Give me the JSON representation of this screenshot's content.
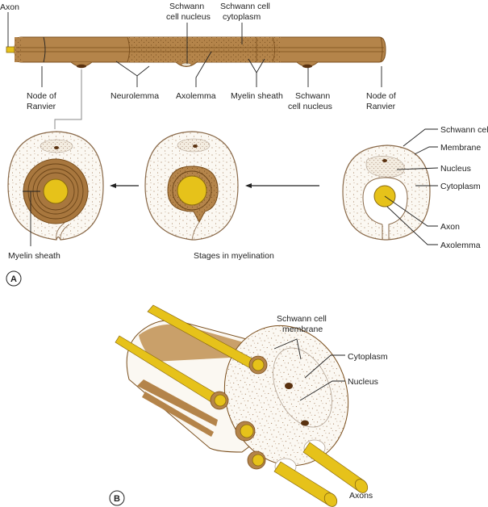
{
  "colors": {
    "myelin": "#b4844a",
    "myelin_dark": "#8a5a22",
    "myelin_outline": "#7a4e1c",
    "axon": "#e6c21a",
    "axon_outline": "#8a6a10",
    "cytoplasm": "#fbf8f2",
    "cell_outline": "#8a6a4a",
    "nucleus_dot": "#5a3210",
    "stipple": "#8a5a30",
    "label_text": "#222222"
  },
  "panel_a": {
    "badge": "A",
    "top_labels": {
      "axon": "Axon",
      "schwann_nucleus_top": [
        "Schwann",
        "cell nucleus"
      ],
      "schwann_cytoplasm": [
        "Schwann cell",
        "cytoplasm"
      ]
    },
    "bottom_labels": {
      "node_left": [
        "Node of",
        "Ranvier"
      ],
      "neurolemma": "Neurolemma",
      "axolemma": "Axolemma",
      "myelin_sheath": "Myelin sheath",
      "schwann_nucleus_bottom": [
        "Schwann",
        "cell nucleus"
      ],
      "node_right": [
        "Node of",
        "Ranvier"
      ]
    },
    "stages_caption": "Stages in myelination",
    "myelin_sheath_label": "Myelin sheath",
    "right_cell_labels": [
      "Schwann cell",
      "Membrane",
      "Nucleus",
      "Cytoplasm",
      "Axon",
      "Axolemma"
    ]
  },
  "panel_b": {
    "badge": "B",
    "labels": {
      "membrane": [
        "Schwann cell",
        "membrane"
      ],
      "cytoplasm": "Cytoplasm",
      "nucleus": "Nucleus",
      "axons": "Axons"
    }
  }
}
